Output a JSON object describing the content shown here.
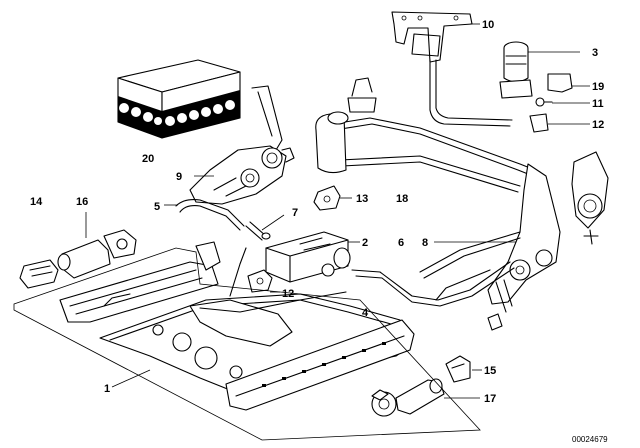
{
  "callouts": {
    "c1": "1",
    "c2": "2",
    "c3": "3",
    "c4": "4",
    "c5": "5",
    "c6": "6",
    "c7": "7",
    "c8": "8",
    "c9": "9",
    "c10": "10",
    "c11": "11",
    "c12a": "12",
    "c12b": "12",
    "c13": "13",
    "c14": "14",
    "c15": "15",
    "c16": "16",
    "c17": "17",
    "c18": "18",
    "c19": "19",
    "c20": "20"
  },
  "doc_id": "00024679",
  "colors": {
    "line": "#000000",
    "background": "#ffffff"
  }
}
